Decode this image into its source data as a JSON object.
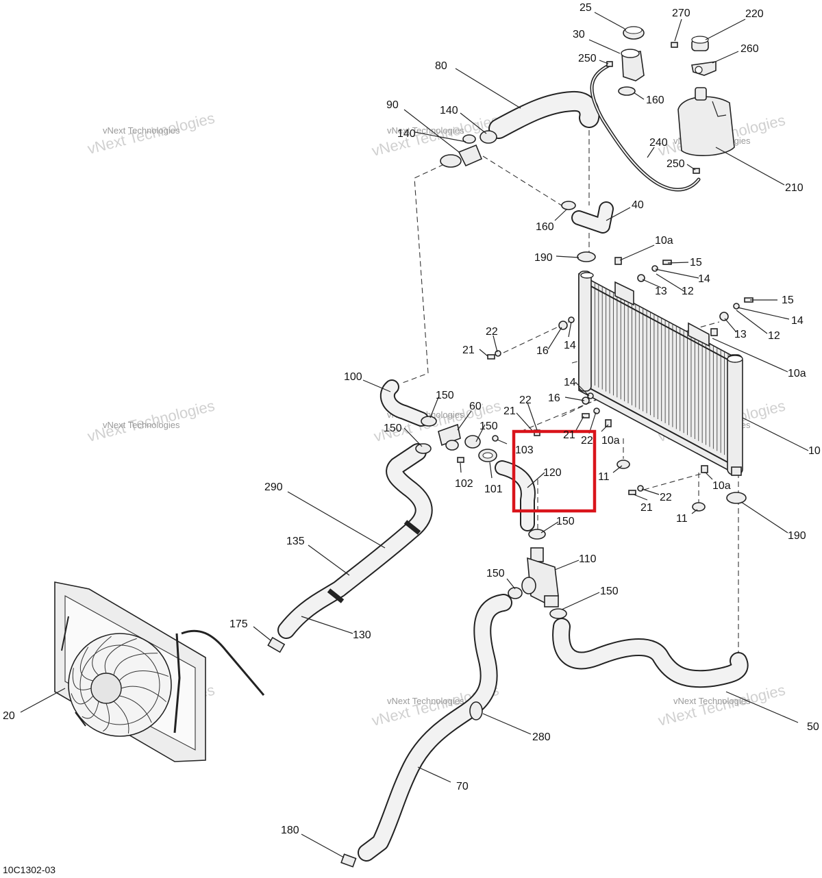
{
  "drawing_ref": "10C1302-03",
  "watermark": {
    "line1": "vNext Technologies",
    "line2": "vNext Technologies"
  },
  "highlight_color": "#d9141b",
  "callouts": {
    "c25": "25",
    "c270": "270",
    "c220": "220",
    "c30": "30",
    "c260": "260",
    "c250a": "250",
    "c80": "80",
    "c160a": "160",
    "c90": "90",
    "c140a": "140",
    "c140b": "140",
    "c240": "240",
    "c250b": "250",
    "c210": "210",
    "c40": "40",
    "c160b": "160",
    "c10a_1": "10a",
    "c190a": "190",
    "c15a": "15",
    "c14a": "14",
    "c13a": "13",
    "c12a": "12",
    "c15b": "15",
    "c14b": "14",
    "c13b": "13",
    "c12b": "12",
    "c22a": "22",
    "c21a": "21",
    "c16a": "16",
    "c14c": "14",
    "c10a_2": "10a",
    "c100": "100",
    "c150a": "150",
    "c60": "60",
    "c14d": "14",
    "c16b": "16",
    "c22b": "22",
    "c21b": "21",
    "c21c": "21",
    "c22c": "22",
    "c10a_3": "10a",
    "c10": "10",
    "c150b": "150",
    "c150c": "150",
    "c103": "103",
    "c290": "290",
    "c102": "102",
    "c101": "101",
    "c120": "120",
    "c11a": "11",
    "c10a_4": "10a",
    "c22d": "22",
    "c21d": "21",
    "c11b": "11",
    "c190b": "190",
    "c150d": "150",
    "c135": "135",
    "c110": "110",
    "c150e": "150",
    "c150f": "150",
    "c175": "175",
    "c130": "130",
    "c20": "20",
    "c50": "50",
    "c280": "280",
    "c70": "70",
    "c180": "180"
  }
}
